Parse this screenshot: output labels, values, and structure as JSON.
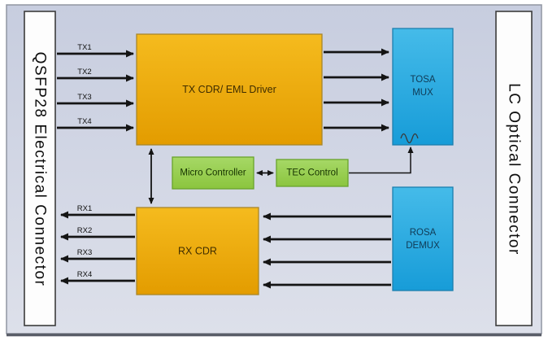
{
  "connectors": {
    "left": "QSFP28 Electrical Connector",
    "right": "LC Optical Connector"
  },
  "blocks": {
    "tx_cdr": "TX CDR/ EML Driver",
    "tosa": [
      "TOSA",
      "MUX"
    ],
    "micro_controller": "Micro Controller",
    "tec_control": "TEC Control",
    "rx_cdr": "RX CDR",
    "rosa": [
      "ROSA",
      "DEMUX"
    ]
  },
  "lane_labels": {
    "tx": [
      "TX1",
      "TX2",
      "TX3",
      "TX4"
    ],
    "rx": [
      "RX1",
      "RX2",
      "RX3",
      "RX4"
    ]
  },
  "icons": {
    "thermistor": "thermistor-squiggle-icon"
  },
  "colors": {
    "background_top": "#c7cddf",
    "background_bottom": "#dde0ea",
    "gold_top": "#f5bb1e",
    "gold_bottom": "#e39c00",
    "gold_border": "#a8862a",
    "blue_top": "#45bbe9",
    "blue_bottom": "#179cd8",
    "blue_border": "#1b7fae",
    "green_top": "#a6d866",
    "green_bottom": "#8bc53f",
    "green_border": "#69a32c",
    "connector_fill": "#fdfdfd",
    "arrow": "#141414"
  }
}
